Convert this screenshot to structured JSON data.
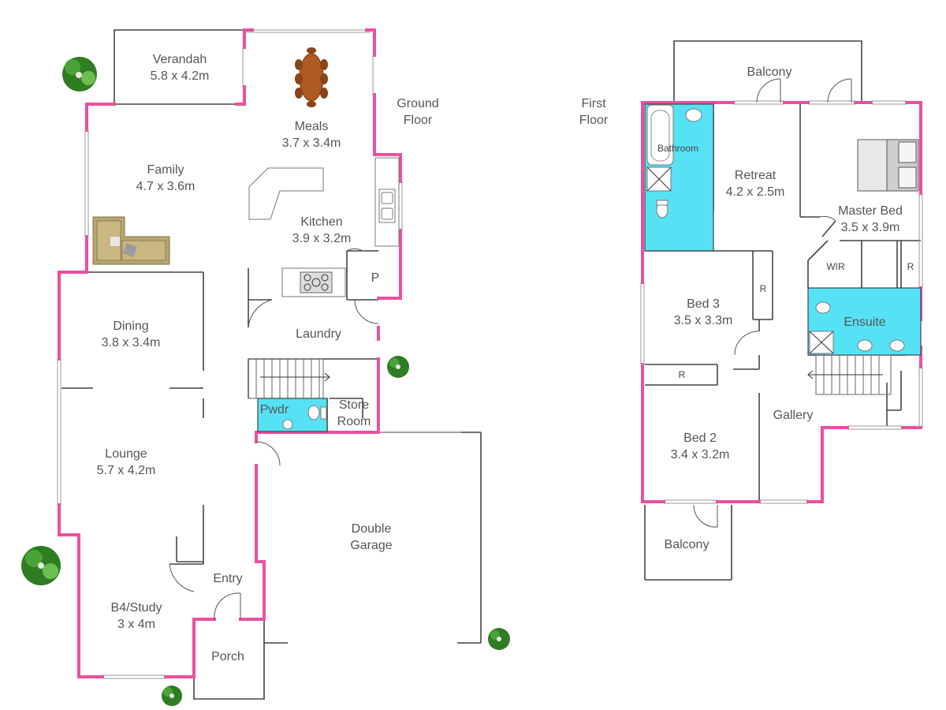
{
  "floors": {
    "ground": {
      "label_line1": "Ground",
      "label_line2": "Floor"
    },
    "first": {
      "label_line1": "First",
      "label_line2": "Floor"
    }
  },
  "colors": {
    "exterior_wall": "#ec4fa0",
    "wet_area": "#56e2f5",
    "walls": "#444444",
    "text": "#555555"
  },
  "ground_rooms": {
    "verandah": {
      "name": "Verandah",
      "dims": "5.8 x 4.2m"
    },
    "meals": {
      "name": "Meals",
      "dims": "3.7 x 3.4m"
    },
    "family": {
      "name": "Family",
      "dims": "4.7 x 3.6m"
    },
    "kitchen": {
      "name": "Kitchen",
      "dims": "3.9 x 3.2m"
    },
    "pantry": {
      "name": "P"
    },
    "dining": {
      "name": "Dining",
      "dims": "3.8 x 3.4m"
    },
    "laundry": {
      "name": "Laundry"
    },
    "pwdr": {
      "name": "Pwdr"
    },
    "store": {
      "name_line1": "Store",
      "name_line2": "Room"
    },
    "lounge": {
      "name": "Lounge",
      "dims": "5.7 x 4.2m"
    },
    "garage": {
      "name_line1": "Double",
      "name_line2": "Garage"
    },
    "entry": {
      "name": "Entry"
    },
    "study": {
      "name": "B4/Study",
      "dims": "3 x 4m"
    },
    "porch": {
      "name": "Porch"
    }
  },
  "first_rooms": {
    "balcony_top": {
      "name": "Balcony"
    },
    "bathroom": {
      "name": "Bathroom"
    },
    "retreat": {
      "name": "Retreat",
      "dims": "4.2 x 2.5m"
    },
    "master": {
      "name": "Master Bed",
      "dims": "3.5 x 3.9m"
    },
    "wir": {
      "name": "WIR"
    },
    "robe_master": {
      "name": "R"
    },
    "robe_bed3": {
      "name": "R"
    },
    "ensuite": {
      "name": "Ensuite"
    },
    "bed3": {
      "name": "Bed 3",
      "dims": "3.5 x 3.3m"
    },
    "robe_bed2": {
      "name": "R"
    },
    "gallery": {
      "name": "Gallery"
    },
    "bed2": {
      "name": "Bed 2",
      "dims": "3.4 x 3.2m"
    },
    "balcony_bottom": {
      "name": "Balcony"
    }
  },
  "icons": [
    "tree-icon",
    "dining-table-icon",
    "sofa-icon",
    "sink-icon",
    "cooktop-icon",
    "toilet-icon",
    "bathtub-icon",
    "shower-icon",
    "bed-icon",
    "stairs-icon"
  ]
}
